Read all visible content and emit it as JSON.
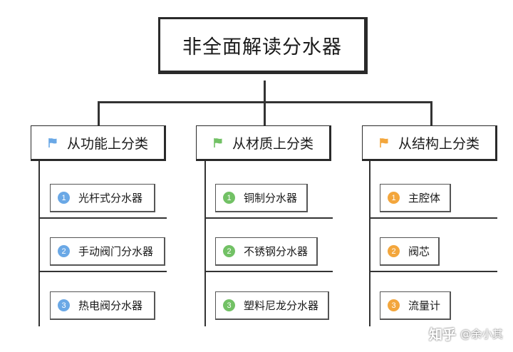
{
  "root": {
    "title": "非全面解读分水器"
  },
  "colors": {
    "blue": "#6aa8e6",
    "green": "#72c165",
    "orange": "#f3a63c",
    "line": "#333333"
  },
  "branches": [
    {
      "label": "从功能上分类",
      "flag": "blue-flag-icon",
      "color": "#6aa8e6",
      "items": [
        {
          "num": "1",
          "label": "光杆式分水器"
        },
        {
          "num": "2",
          "label": "手动阀门分水器"
        },
        {
          "num": "3",
          "label": "热电阀分水器"
        }
      ]
    },
    {
      "label": "从材质上分类",
      "flag": "green-flag-icon",
      "color": "#72c165",
      "items": [
        {
          "num": "1",
          "label": "铜制分水器"
        },
        {
          "num": "2",
          "label": "不锈钢分水器"
        },
        {
          "num": "3",
          "label": "塑料尼龙分水器"
        }
      ]
    },
    {
      "label": "从结构上分类",
      "flag": "orange-flag-icon",
      "color": "#f3a63c",
      "items": [
        {
          "num": "1",
          "label": "主腔体"
        },
        {
          "num": "2",
          "label": "阀芯"
        },
        {
          "num": "3",
          "label": "流量计"
        }
      ]
    }
  ],
  "watermark": {
    "brand": "知乎",
    "author": "@余小其"
  }
}
